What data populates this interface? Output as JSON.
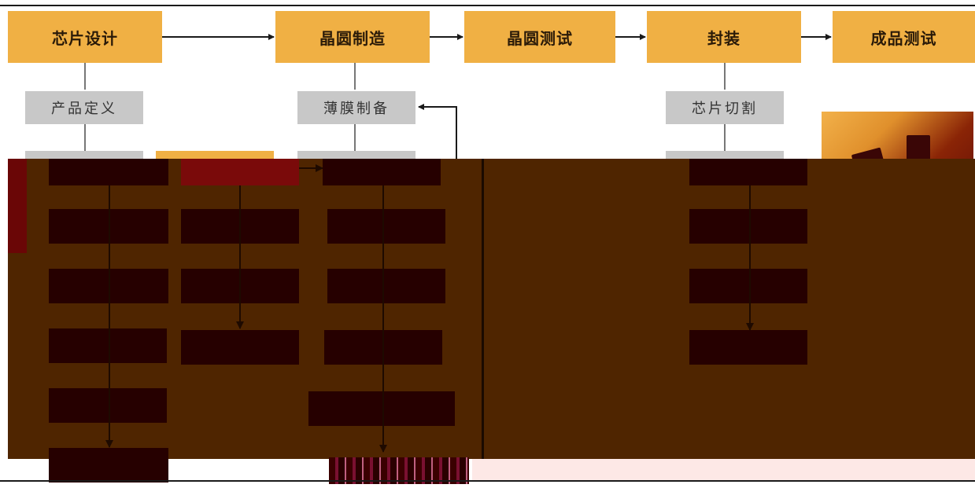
{
  "steps": {
    "design": "芯片设计",
    "fab": "晶圆制造",
    "wafer_test": "晶圆测试",
    "package": "封装",
    "final_test": "成品测试"
  },
  "substeps": {
    "product_def": "产品定义",
    "thin_film": "薄膜制备",
    "die_cut": "芯片切割"
  },
  "colors": {
    "step_fill": "#f0b044",
    "substep_fill": "#c8c8c8",
    "obscured_band": "#4f2500"
  }
}
